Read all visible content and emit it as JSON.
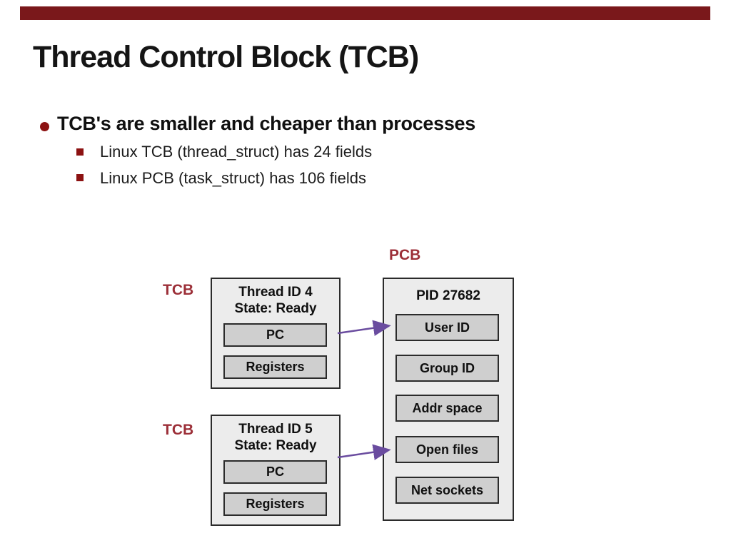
{
  "colors": {
    "bar": "#7A181B",
    "bullet": "#8C1212",
    "diagram_label": "#9C2F38",
    "arrow": "#6A4C9F",
    "outer_fill": "#ECECEC",
    "inner_fill": "#CFCFCF",
    "border": "#2B2B2B"
  },
  "slide": {
    "title": "Thread Control Block (TCB)",
    "bullets": {
      "main": "TCB's are smaller and cheaper than processes",
      "sub": [
        "Linux TCB (thread_struct) has 24 fields",
        "Linux PCB (task_struct) has 106 fields"
      ]
    }
  },
  "diagram": {
    "tcb1": {
      "label": "TCB",
      "title_line1": "Thread ID 4",
      "title_line2": "State: Ready",
      "fields": [
        "PC",
        "Registers"
      ]
    },
    "tcb2": {
      "label": "TCB",
      "title_line1": "Thread ID 5",
      "title_line2": "State: Ready",
      "fields": [
        "PC",
        "Registers"
      ]
    },
    "pcb": {
      "label": "PCB",
      "header": "PID 27682",
      "fields": [
        "User ID",
        "Group ID",
        "Addr space",
        "Open files",
        "Net sockets"
      ]
    }
  }
}
